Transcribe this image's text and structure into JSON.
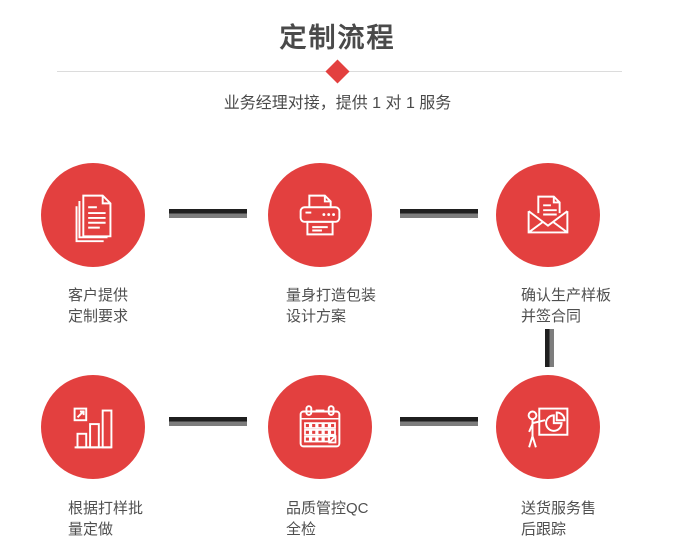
{
  "header": {
    "title": "定制流程",
    "subtitle": "业务经理对接，提供 1 对 1 服务"
  },
  "steps": [
    {
      "icon": "documents-icon",
      "label_line1": "客户提供",
      "label_line2": "定制要求"
    },
    {
      "icon": "printer-icon",
      "label_line1": "量身打造包装",
      "label_line2": "设计方案"
    },
    {
      "icon": "envelope-icon",
      "label_line1": "确认生产样板",
      "label_line2": "并签合同"
    },
    {
      "icon": "bar-chart-icon",
      "label_line1": "根据打样批",
      "label_line2": "量定做"
    },
    {
      "icon": "calendar-icon",
      "label_line1": "品质管控QC",
      "label_line2": "全检"
    },
    {
      "icon": "presentation-icon",
      "label_line1": "送货服务售",
      "label_line2": "后跟踪"
    }
  ],
  "colors": {
    "accent_red": "#E3403F",
    "connector_black": "#1F1F1F",
    "connector_gray": "#7D7D7D",
    "divider_gray": "#DCDCDC",
    "title_text": "#4A4A4A",
    "label_text": "#4F4F4F",
    "icon_stroke": "#FFFFFF"
  }
}
